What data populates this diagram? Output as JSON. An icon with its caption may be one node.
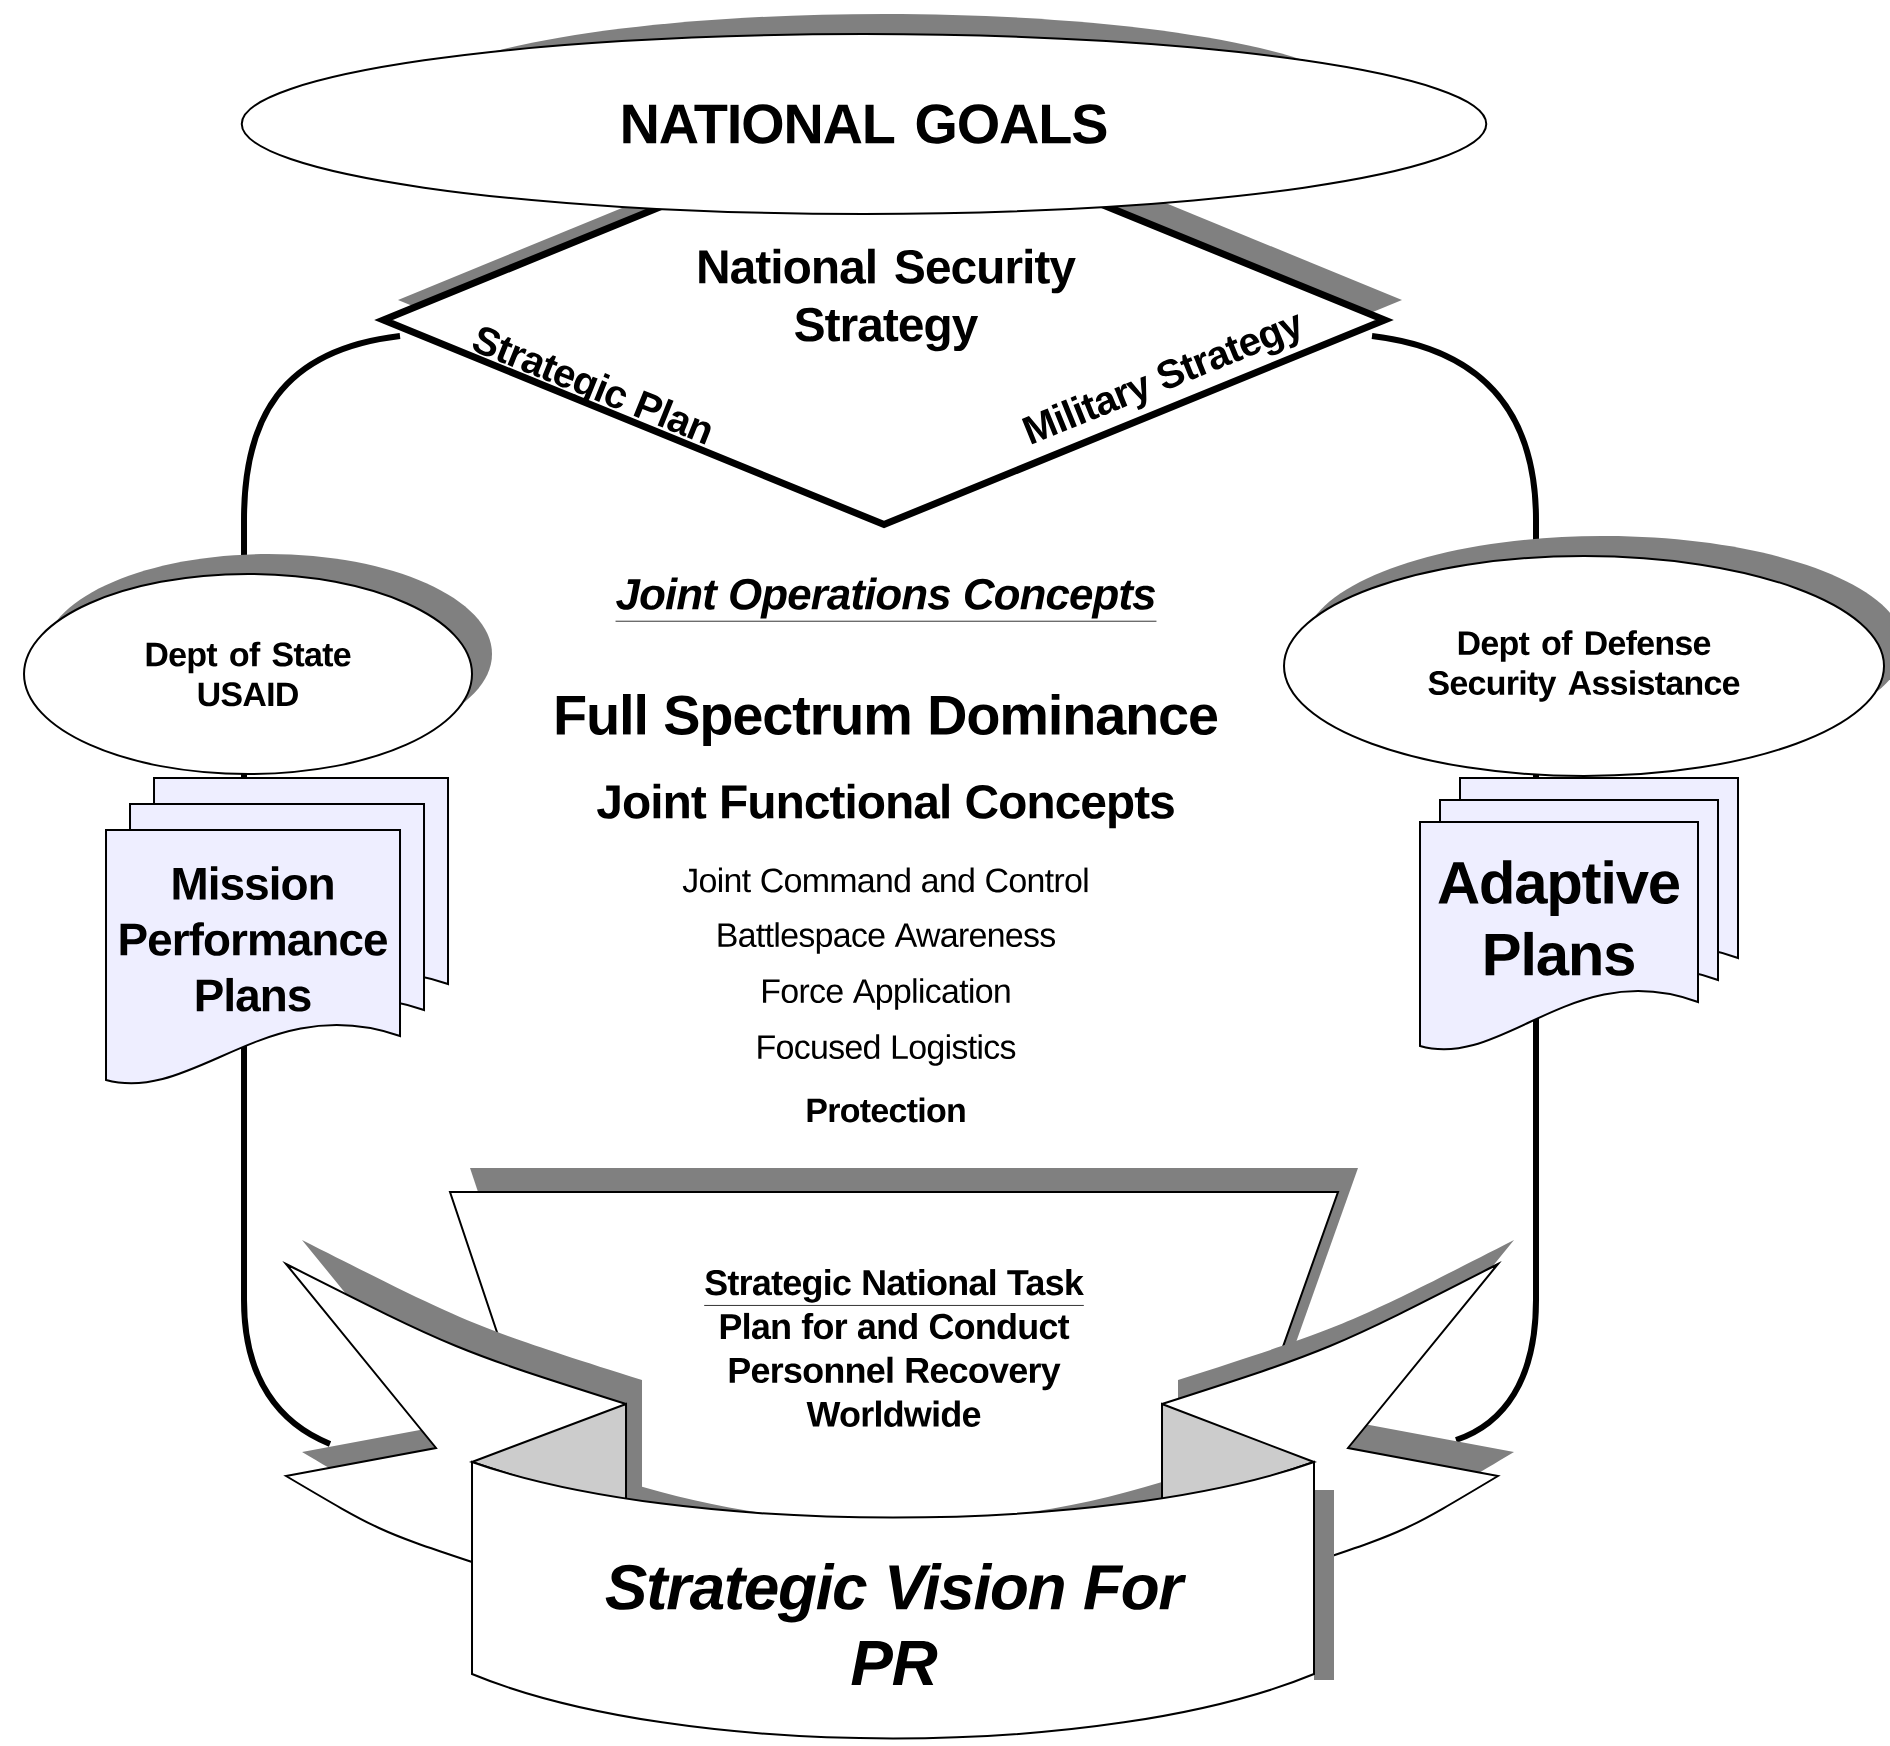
{
  "diagram": {
    "nodes": [
      {
        "text": [
          "NATIONAL GOALS"
        ]
      },
      {
        "text": [
          "National Security Strategy",
          "Strategic Plan",
          "Military Strategy"
        ]
      },
      {
        "text": [
          "Dept of State USAID"
        ]
      },
      {
        "text": [
          "Mission Performance Plans"
        ]
      },
      {
        "text": [
          "Dept of Defense Security Assistance"
        ]
      },
      {
        "text": [
          "Adaptive Plans"
        ]
      },
      {
        "text": [
          "Strategic National Task",
          "Plan for and Conduct Personnel Recovery Worldwide"
        ]
      },
      {
        "text": [
          "Strategic Vision For PR"
        ]
      }
    ],
    "labels": [
      "Joint Operations Concepts",
      "Full Spectrum Dominance",
      "Joint Functional Concepts",
      "Joint Command and Control",
      "Battlespace Awareness",
      "Force Application",
      "Focused Logistics",
      "Protection"
    ]
  }
}
